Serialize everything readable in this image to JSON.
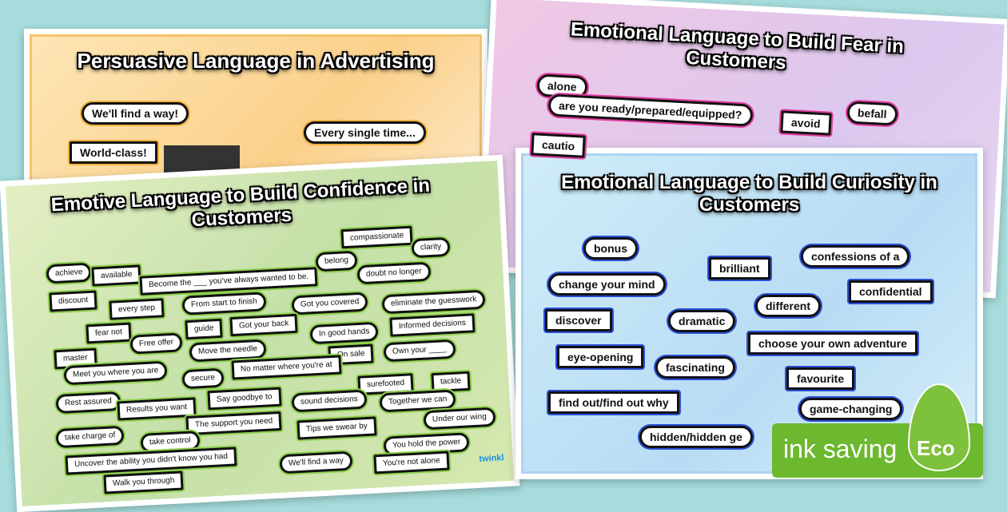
{
  "posters": {
    "orange": {
      "title": "Persuasive Language in Advertising",
      "tags": [
        "We'll find a way!",
        "Every single time...",
        "World-class!"
      ]
    },
    "purple": {
      "title": "Emotional Language to Build Fear in Customers",
      "tags": [
        "alone",
        "are you ready/prepared/equipped?",
        "avoid",
        "befall",
        "cautio"
      ]
    },
    "green": {
      "title": "Emotive Language to Build Confidence in Customers",
      "logo": "twinkl",
      "tags": [
        "achieve",
        "available",
        "Become the ___ you've always wanted to be.",
        "compassionate",
        "clarity",
        "belong",
        "doubt no longer",
        "discount",
        "every step",
        "From start to finish",
        "Got you covered",
        "eliminate the guesswork",
        "fear not",
        "Free offer",
        "guide",
        "Got your back",
        "In good hands",
        "Informed decisions",
        "master",
        "Move the needle",
        "On sale",
        "Own your ____",
        "Meet you where you are",
        "secure",
        "No matter where you're at",
        "surefooted",
        "tackle",
        "Rest assured",
        "Results you want",
        "Say goodbye to",
        "sound decisions",
        "Together we can",
        "Under our wing",
        "The support you need",
        "take charge of",
        "take control",
        "Tips we swear by",
        "You hold the power",
        "Uncover the ability you didn't know you had",
        "We'll find a way",
        "You're not alone",
        "Walk you through"
      ]
    },
    "blue": {
      "title": "Emotional Language to Build Curiosity in Customers",
      "tags": [
        "bonus",
        "brilliant",
        "confessions of a",
        "change your mind",
        "confidential",
        "different",
        "discover",
        "dramatic",
        "choose your own adventure",
        "eye-opening",
        "fascinating",
        "favourite",
        "find out/find out why",
        "game-changing",
        "hidden/hidden ge"
      ]
    }
  },
  "badge": {
    "label": "ink saving",
    "eco": "Eco"
  },
  "colors": {
    "background": "#a6dcdc",
    "eco_green": "#6cb82e",
    "green_accent": "#8fd14f",
    "pink_accent": "#e03ea0",
    "blue_accent": "#2b4fd6",
    "orange_accent": "#f0b040"
  }
}
